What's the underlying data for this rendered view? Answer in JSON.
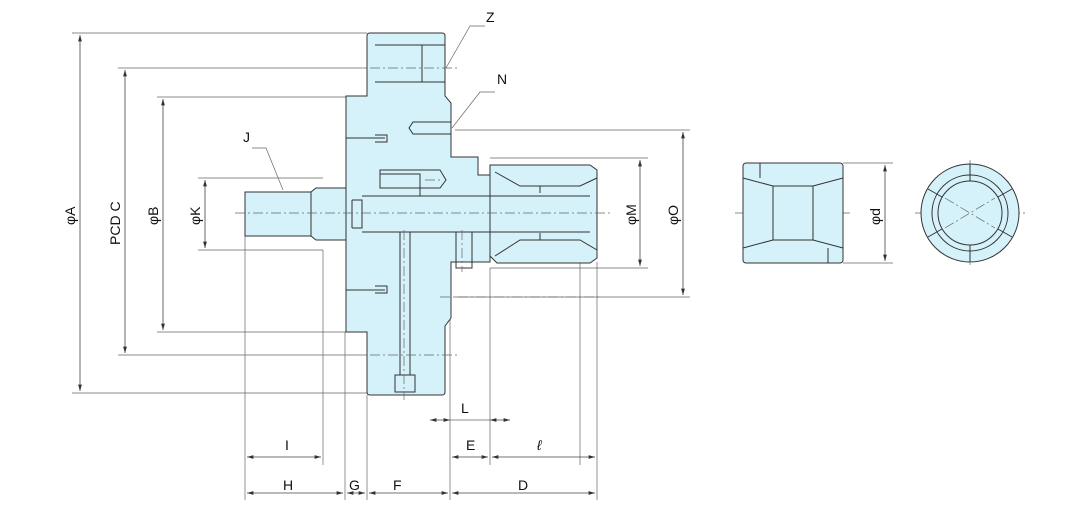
{
  "title": "Collet chuck dimension drawing",
  "labels": {
    "Z": "Z",
    "N": "N",
    "J": "J",
    "A": "φA",
    "C": "PCD  C",
    "B": "φB",
    "K": "φK",
    "M": "φM",
    "O": "φO",
    "d": "φd",
    "L": "L",
    "I": "I",
    "E": "E",
    "l": "ℓ",
    "H": "H",
    "G": "G",
    "F": "F",
    "D": "D"
  },
  "colors": {
    "fill": "#d5f2fa",
    "stroke": "#333333"
  }
}
